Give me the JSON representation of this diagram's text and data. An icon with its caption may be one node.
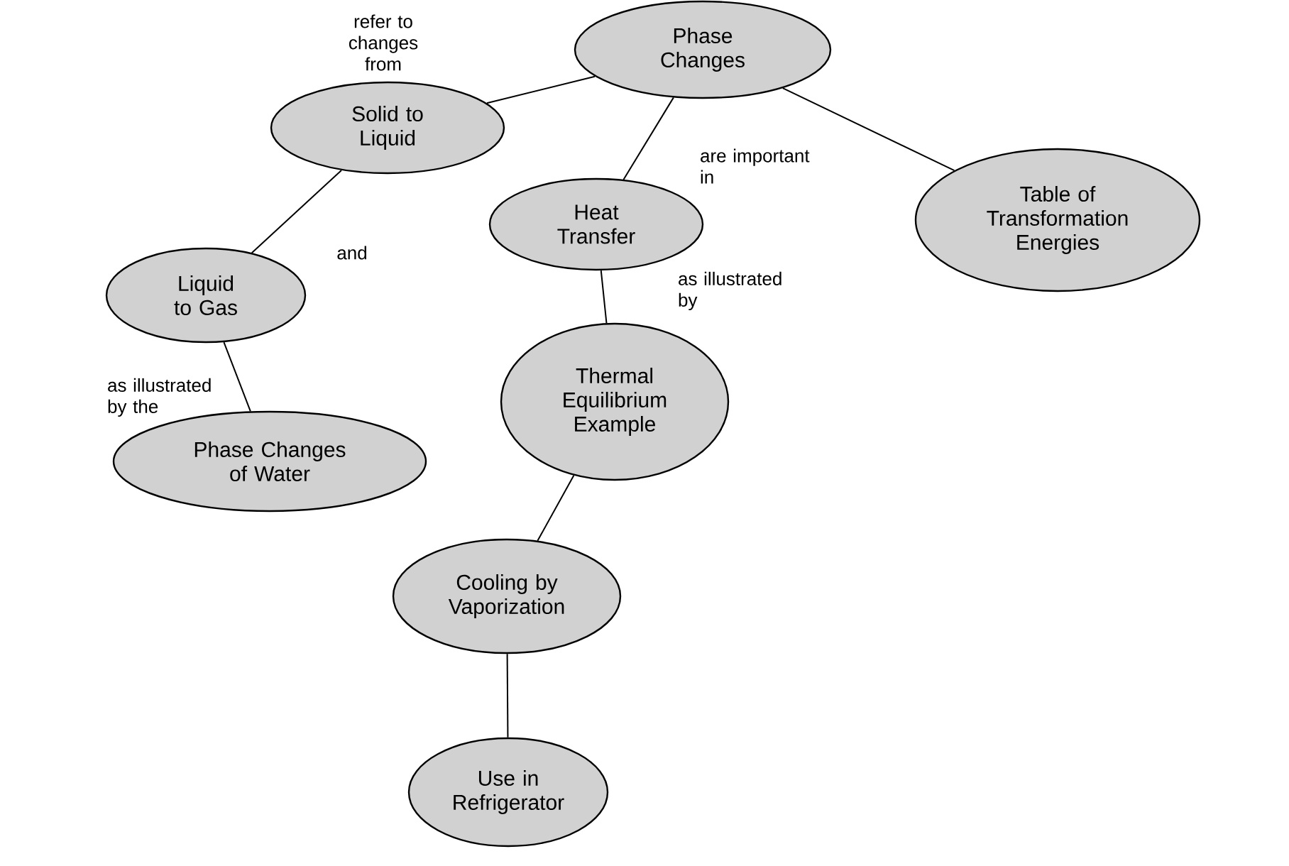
{
  "diagram": {
    "nodes": [
      {
        "text": [
          "Phase Changes"
        ]
      },
      {
        "text": [
          "Solid to Liquid"
        ]
      },
      {
        "text": [
          "Heat Transfer"
        ]
      },
      {
        "text": [
          "Table of Transformation Energies"
        ]
      },
      {
        "text": [
          "Liquid to Gas"
        ]
      },
      {
        "text": [
          "Thermal Equilibrium Example"
        ]
      },
      {
        "text": [
          "Phase Changes of Water"
        ]
      },
      {
        "text": [
          "Cooling by Vaporization"
        ]
      },
      {
        "text": [
          "Use in Refrigerator"
        ]
      }
    ],
    "edges": [
      {
        "from": 0,
        "to": 1,
        "arrow": "none",
        "label": "refer to changes from"
      },
      {
        "from": 0,
        "to": 2,
        "arrow": "none",
        "label": "are important in"
      },
      {
        "from": 0,
        "to": 3,
        "arrow": "none"
      },
      {
        "from": 1,
        "to": 4,
        "arrow": "none",
        "label": "and"
      },
      {
        "from": 2,
        "to": 5,
        "arrow": "none",
        "label": "as illustrated by"
      },
      {
        "from": 4,
        "to": 6,
        "arrow": "none",
        "label": "as illustrated by the"
      },
      {
        "from": 5,
        "to": 7,
        "arrow": "none"
      },
      {
        "from": 7,
        "to": 8,
        "arrow": "none"
      }
    ]
  }
}
